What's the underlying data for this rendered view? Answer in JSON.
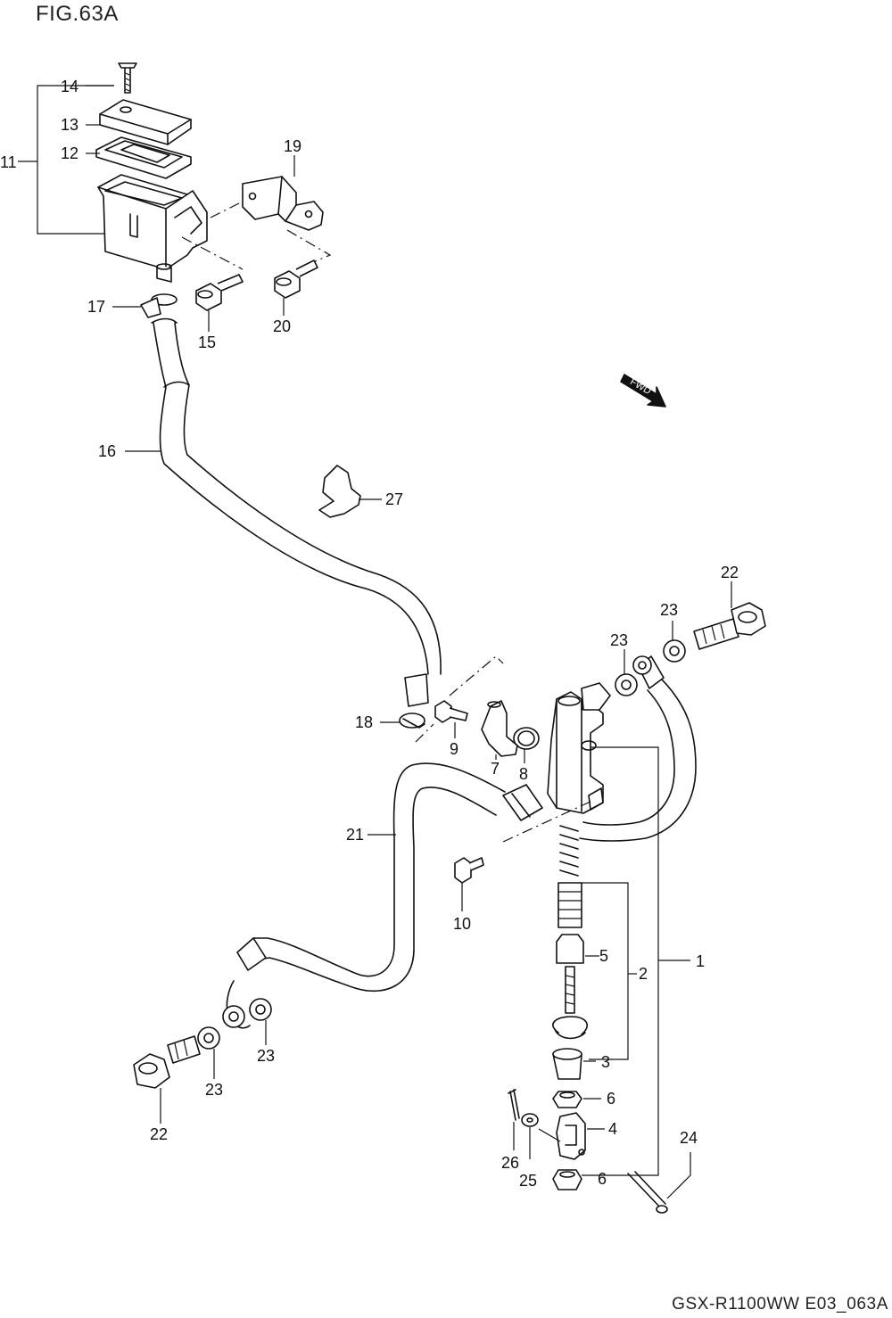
{
  "figure": {
    "title": "FIG.63A",
    "footer": "GSX-R1100WW   E03_063A",
    "fwd_label": "FWD"
  },
  "callouts": [
    {
      "id": "c1",
      "label": "1"
    },
    {
      "id": "c2",
      "label": "2"
    },
    {
      "id": "c3",
      "label": "3"
    },
    {
      "id": "c4",
      "label": "4"
    },
    {
      "id": "c5",
      "label": "5"
    },
    {
      "id": "c6a",
      "label": "6"
    },
    {
      "id": "c6b",
      "label": "6"
    },
    {
      "id": "c7",
      "label": "7"
    },
    {
      "id": "c8",
      "label": "8"
    },
    {
      "id": "c9",
      "label": "9"
    },
    {
      "id": "c10",
      "label": "10"
    },
    {
      "id": "c11",
      "label": "11"
    },
    {
      "id": "c12",
      "label": "12"
    },
    {
      "id": "c13",
      "label": "13"
    },
    {
      "id": "c14",
      "label": "14"
    },
    {
      "id": "c15",
      "label": "15"
    },
    {
      "id": "c16",
      "label": "16"
    },
    {
      "id": "c17",
      "label": "17"
    },
    {
      "id": "c18",
      "label": "18"
    },
    {
      "id": "c19",
      "label": "19"
    },
    {
      "id": "c20",
      "label": "20"
    },
    {
      "id": "c21",
      "label": "21"
    },
    {
      "id": "c22a",
      "label": "22"
    },
    {
      "id": "c22b",
      "label": "22"
    },
    {
      "id": "c23a",
      "label": "23"
    },
    {
      "id": "c23b",
      "label": "23"
    },
    {
      "id": "c23c",
      "label": "23"
    },
    {
      "id": "c23d",
      "label": "23"
    },
    {
      "id": "c24",
      "label": "24"
    },
    {
      "id": "c25",
      "label": "25"
    },
    {
      "id": "c26",
      "label": "26"
    },
    {
      "id": "c27",
      "label": "27"
    }
  ]
}
